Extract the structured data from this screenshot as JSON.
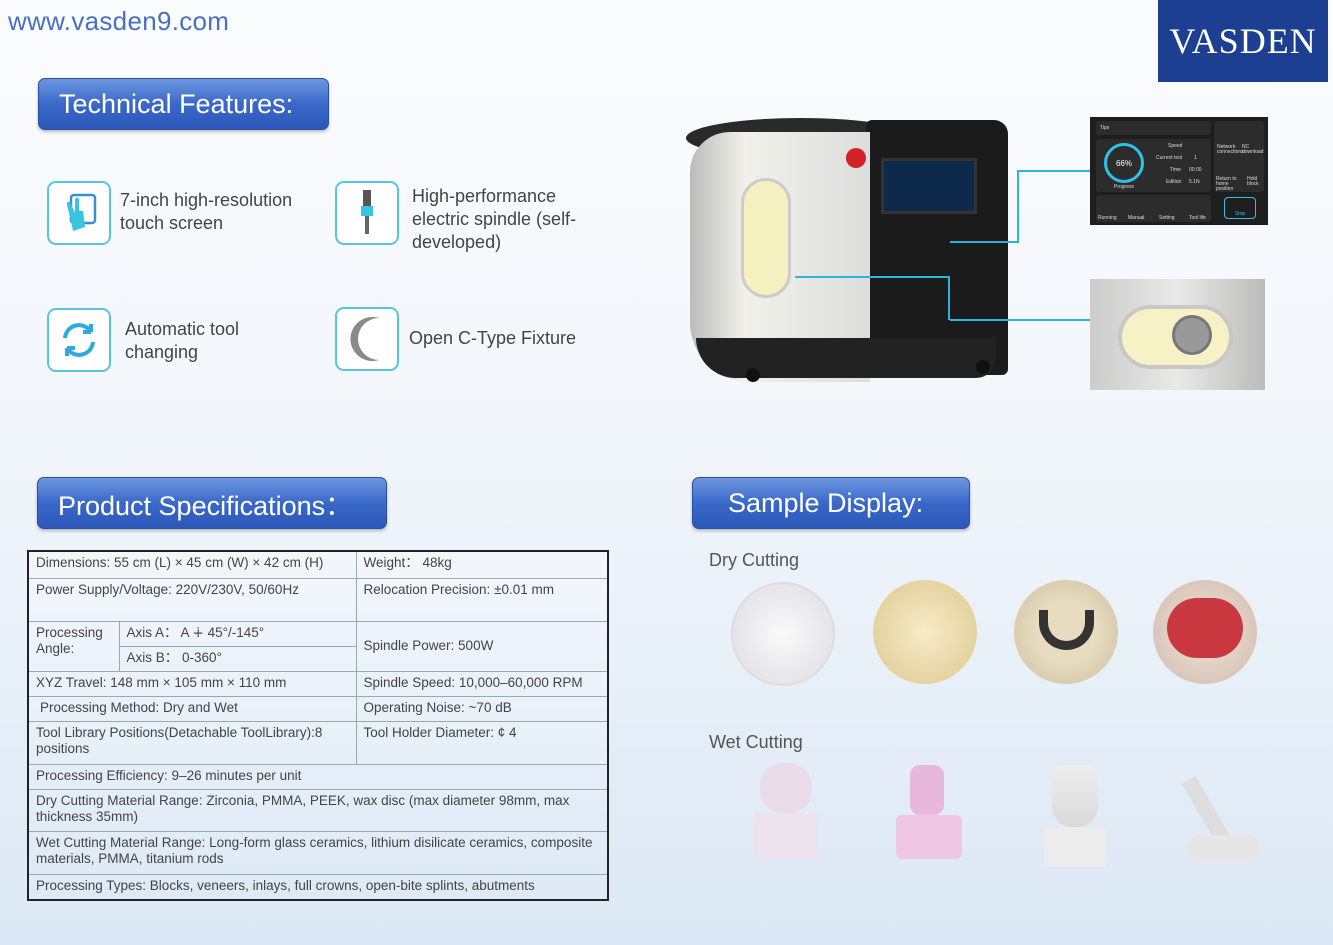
{
  "header": {
    "url": "www.vasden9.com",
    "logo": "VASDEN"
  },
  "technical": {
    "title": "Technical Features:",
    "features": [
      {
        "icon": "touch-screen-icon",
        "text": "7-inch high-resolution touch screen"
      },
      {
        "icon": "spindle-icon",
        "text": "High-performance electric spindle (self-developed)"
      },
      {
        "icon": "tool-change-icon",
        "text": "Automatic tool changing"
      },
      {
        "icon": "c-fixture-icon",
        "text": "Open C-Type Fixture"
      }
    ]
  },
  "screen": {
    "tips": "Tips",
    "progress_value": "66%",
    "progress_label": "Progress",
    "speed": "Speed",
    "current_tool": "Current tool",
    "current_tool_value": "1",
    "time": "Time",
    "time_value": "00:00",
    "edition": "Edition",
    "edition_value": "5.1N",
    "network": "Network connections",
    "nc": "NC download",
    "return_home": "Return to home position",
    "hold": "Hold block",
    "running": "Running",
    "manual": "Manual",
    "setting": "Setting",
    "tool_life": "Tool life",
    "stop": "Stop"
  },
  "specs": {
    "title": "Product Specifications：",
    "rows": {
      "dimensions": "Dimensions: 55 cm (L) × 45 cm (W) × 42 cm (H)",
      "weight": "Weight： 48kg",
      "power": "Power Supply/Voltage: 220V/230V, 50/60Hz",
      "relocation": "Relocation Precision: ±0.01 mm",
      "angle_label": "Processing Angle:",
      "axis_a": "Axis A： A ∔ 45°/-145°",
      "axis_b": "Axis B： 0-360°",
      "spindle_power": "Spindle Power: 500W",
      "xyz": "XYZ Travel: 148 mm × 105 mm × 110 mm",
      "spindle_speed": "Spindle Speed: 10,000–60,000 RPM",
      "method": "Processing Method: Dry and Wet",
      "noise": "Operating Noise: ~70 dB",
      "library": "Tool Library Positions(Detachable ToolLibrary):8 positions",
      "holder": "Tool Holder Diameter:   ¢ 4",
      "efficiency": "Processing Efficiency: 9–26 minutes per unit",
      "dry_range": "Dry Cutting Material Range: Zirconia, PMMA, PEEK, wax disc (max diameter 98mm, max thickness 35mm)",
      "wet_range": "Wet Cutting Material Range: Long-form glass ceramics, lithium disilicate ceramics, composite materials, PMMA, titanium rods",
      "types": "Processing Types: Blocks, veneers, inlays, full crowns, open-bite splints, abutments"
    }
  },
  "samples": {
    "title": "Sample Display:",
    "dry": "Dry Cutting",
    "wet": "Wet Cutting"
  },
  "colors": {
    "brand": "#1d3f91",
    "accent": "#2db3dc"
  }
}
